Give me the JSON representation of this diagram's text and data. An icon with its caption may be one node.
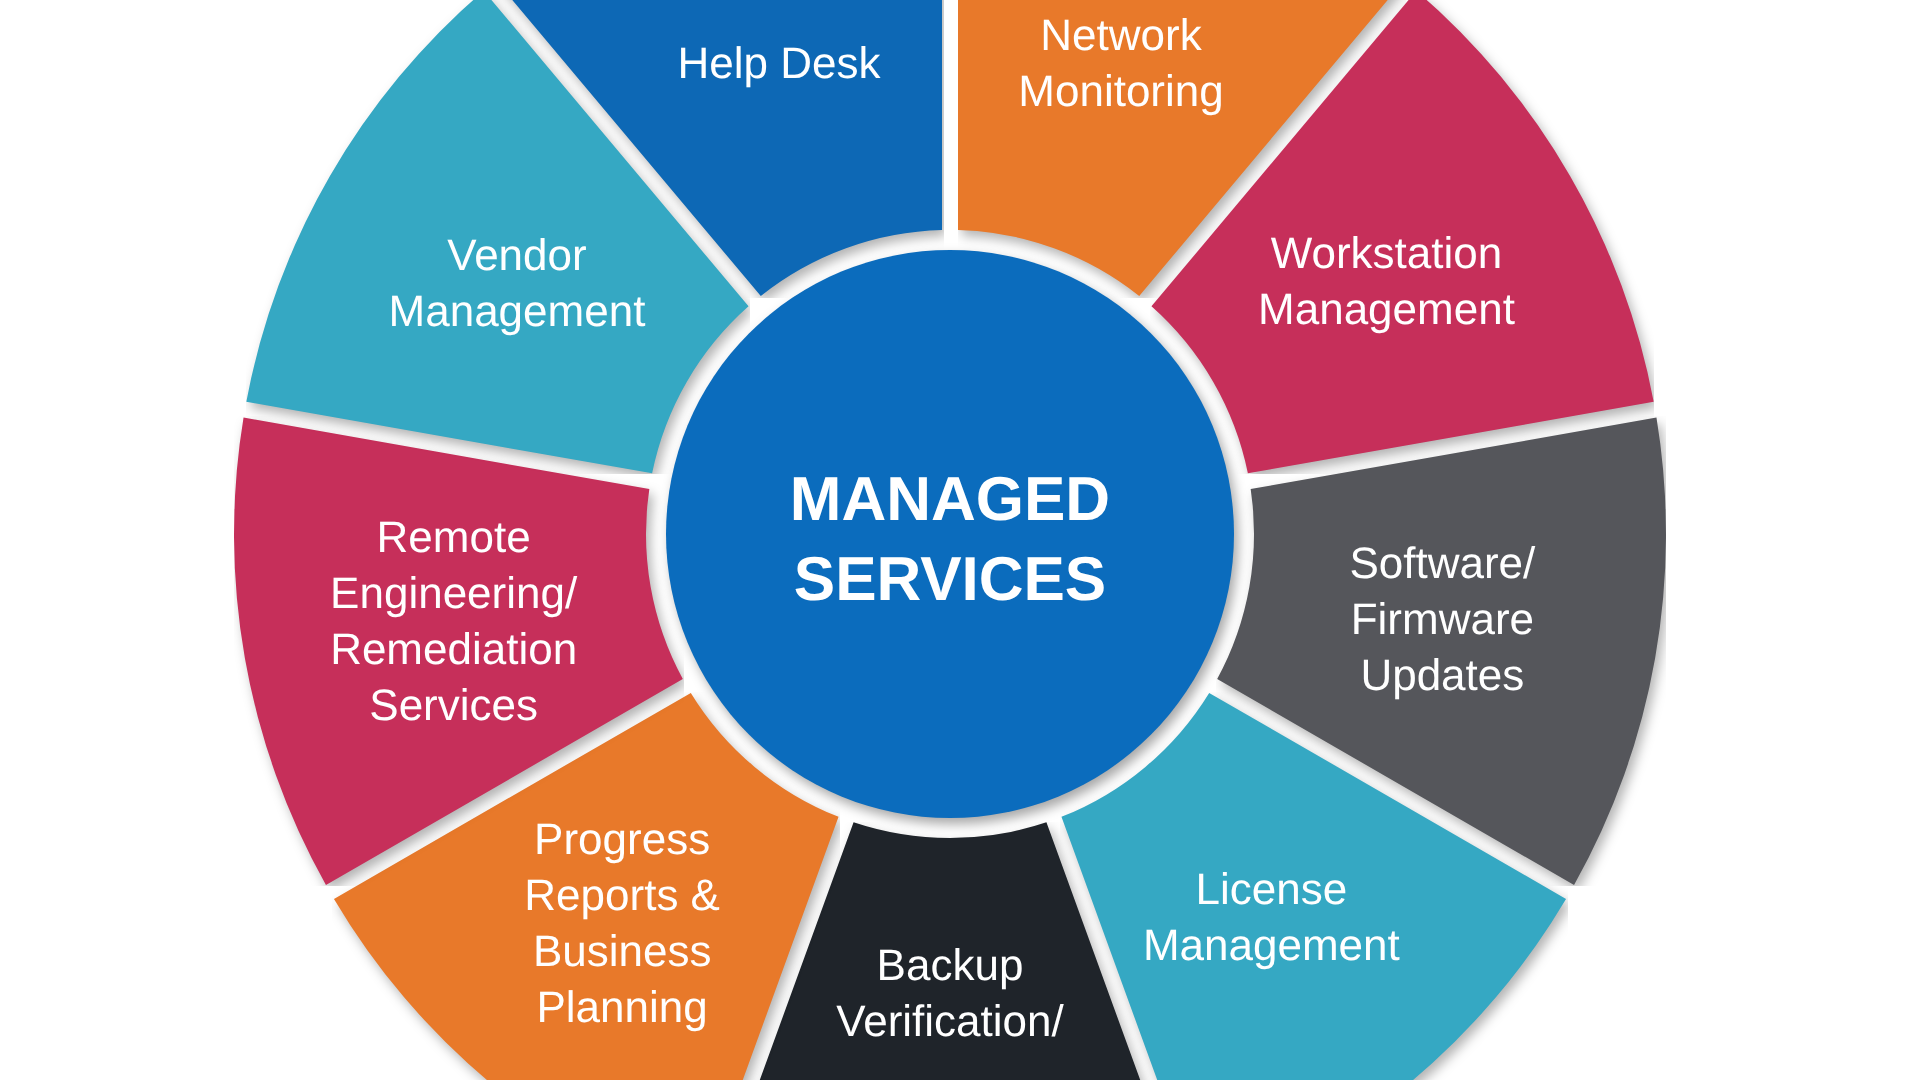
{
  "diagram": {
    "nodes": [
      {
        "text": [
          "MANAGED SERVICES"
        ]
      },
      {
        "text": [
          "Help Desk"
        ]
      },
      {
        "text": [
          "Network Monitoring"
        ]
      },
      {
        "text": [
          "Workstation Management"
        ]
      },
      {
        "text": [
          "Software/ Firmware Updates"
        ]
      },
      {
        "text": [
          "License Management"
        ]
      },
      {
        "text": [
          "Backup Verification/"
        ]
      },
      {
        "text": [
          "Progress Reports & Business Planning"
        ]
      },
      {
        "text": [
          "Remote Engineering/ Remediation Services"
        ]
      },
      {
        "text": [
          "Vendor Management"
        ]
      }
    ]
  }
}
